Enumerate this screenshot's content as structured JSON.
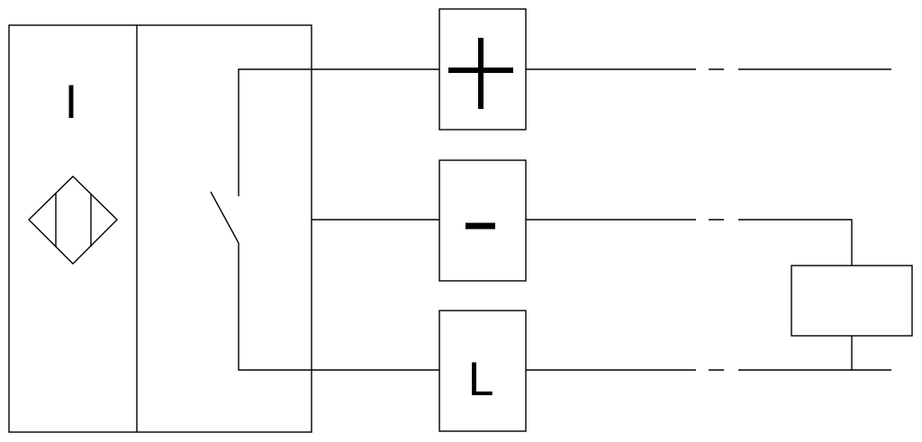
{
  "colors": {
    "stroke": "#000000",
    "background": "#ffffff"
  },
  "sensor": {
    "type_label": "I",
    "symbol": "inductive-sensor-icon"
  },
  "switch": {
    "symbol": "normally-open-switch-icon"
  },
  "terminals": [
    {
      "id": "positive",
      "label": "+",
      "symbol": "plus-icon"
    },
    {
      "id": "negative",
      "label": "-",
      "symbol": "minus-icon"
    },
    {
      "id": "load",
      "label": "L"
    }
  ],
  "load": {
    "symbol": "load-resistor-icon"
  }
}
